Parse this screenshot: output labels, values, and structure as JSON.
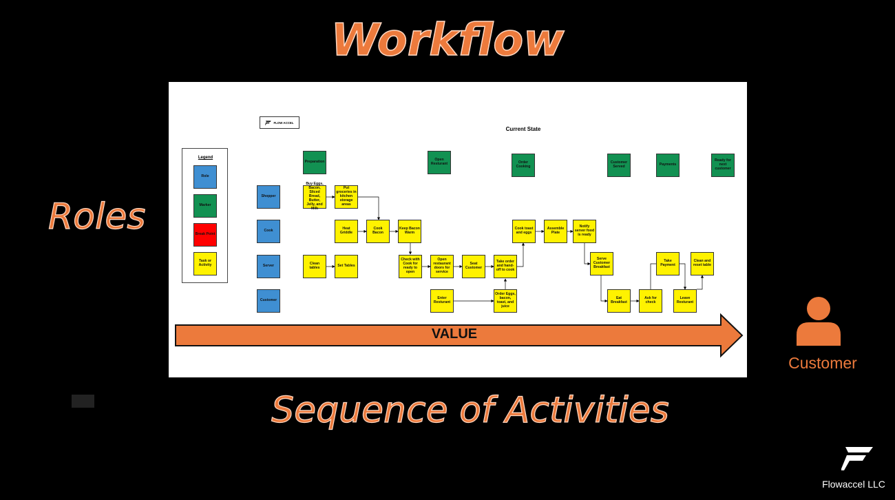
{
  "slide": {
    "title": "Workflow",
    "roles_label": "Roles",
    "sequence_label": "Sequence of Activities",
    "customer_label": "Customer",
    "brand_name": "Flowaccel LLC",
    "accent_color": "#ec7a3c"
  },
  "diagram": {
    "logo_text": "FLOW ACCEL",
    "heading": "Current State",
    "value_arrow_label": "VALUE",
    "legend": {
      "title": "Legend",
      "items": [
        "Role",
        "Marker",
        "Break Point",
        "Task or Activity"
      ]
    },
    "roles": [
      "Shopper",
      "Cook",
      "Server",
      "Customer"
    ],
    "markers": [
      "Preparation",
      "Open Resturant",
      "Order Cooking",
      "Customer Served",
      "Payments",
      "Ready for next customer"
    ],
    "tasks": {
      "buy_eggs": "Buy Eggs, Bacon, Sliced Bread, Butter, Jelly, and Milk",
      "put_groceries": "Put groceries in kitchen storage areas",
      "heat_griddle": "Heat Griddle",
      "cook_bacon": "Cook Bacon",
      "keep_bacon_warm": "Keep Bacon Warm",
      "clean_tables": "Clean tables",
      "set_tables": "Set Tables",
      "check_with_cook": "Check with Cook for ready to open",
      "open_doors": "Open restaurant doors for service",
      "seat_customer": "Seat Customer",
      "take_order": "Take order and hand-off to cook",
      "enter_restaurant": "Enter Resturant",
      "order_eggs": "Order Eggs, bacon, toast, and juice",
      "cook_toast": "Cook toast and eggs",
      "assemble_plate": "Assemble Plate",
      "notify_server": "Notify server food is ready",
      "serve_breakfast": "Serve Customer Breakfast",
      "eat_breakfast": "Eat Breakfast",
      "ask_for_check": "Ask for check",
      "take_payment": "Take Payment",
      "leave_restaurant": "Leave Resturant",
      "clean_reset": "Clean and reset table"
    },
    "colors": {
      "role": "#3f8fd2",
      "marker": "#129152",
      "break_point": "#ff0000",
      "task": "#fff200",
      "value_arrow": "#ec7a3c"
    }
  }
}
